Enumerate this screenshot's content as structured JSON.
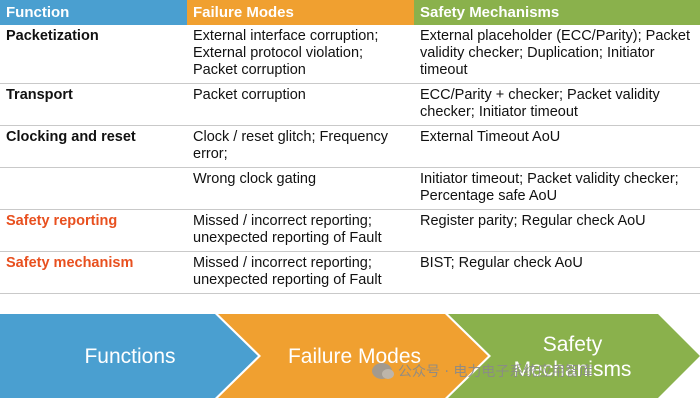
{
  "header": {
    "function": "Function",
    "failure_modes": "Failure Modes",
    "safety_mechanisms": "Safety Mechanisms",
    "colors": {
      "function": "#4a9fd0",
      "failure_modes": "#f0a030",
      "safety_mechanisms": "#8ab14c"
    }
  },
  "rows": [
    {
      "function": "Packetization",
      "failure_mode": "External interface corruption; External protocol violation; Packet corruption",
      "safety_mechanism": "External placeholder (ECC/Parity); Packet validity checker; Duplication; Initiator timeout"
    },
    {
      "function": "Transport",
      "failure_mode": "Packet corruption",
      "safety_mechanism": "ECC/Parity + checker; Packet validity checker; Initiator timeout"
    },
    {
      "function": "Clocking and reset",
      "failure_mode": "Clock / reset glitch; Frequency error;",
      "safety_mechanism": "External Timeout AoU"
    },
    {
      "function": "",
      "failure_mode": "Wrong clock gating",
      "safety_mechanism": "Initiator timeout; Packet validity checker; Percentage safe AoU"
    },
    {
      "function": "Safety reporting",
      "failure_mode": "Missed / incorrect reporting; unexpected reporting of Fault",
      "safety_mechanism": "Register parity; Regular check AoU"
    },
    {
      "function": "Safety mechanism",
      "failure_mode": "Missed / incorrect reporting; unexpected reporting of Fault",
      "safety_mechanism": "BIST; Regular check AoU"
    }
  ],
  "function_colors": {
    "default": "#111111",
    "highlight": "#e8501f"
  },
  "flow": {
    "steps": [
      {
        "label": "Functions",
        "color": "#4a9fd0"
      },
      {
        "label": "Failure Modes",
        "color": "#f0a030"
      },
      {
        "label_line1": "Safety",
        "label_line2": "Mechanisms",
        "color": "#8ab14c"
      }
    ]
  },
  "watermark": "公众号 · 电力电子系统应用智库"
}
